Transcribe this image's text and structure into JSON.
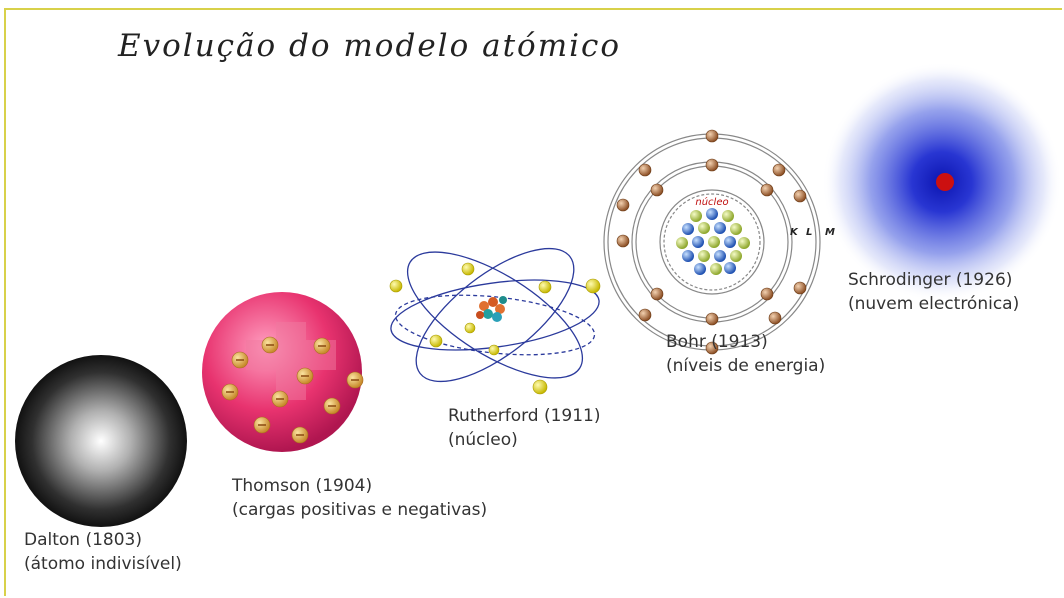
{
  "title": "Evolução do modelo atómico",
  "models": [
    {
      "name": "Dalton (1803)",
      "description": "(átomo indivisível)",
      "icon": "solid-sphere-icon"
    },
    {
      "name": "Thomson (1904)",
      "description": "(cargas positivas e negativas)",
      "icon": "plum-pudding-icon"
    },
    {
      "name": "Rutherford (1911)",
      "description": "(núcleo)",
      "icon": "nuclear-orbit-icon"
    },
    {
      "name": "Bohr (1913)",
      "description": "(níveis de energia)",
      "icon": "energy-levels-icon"
    },
    {
      "name": "Schrodinger (1926)",
      "description": "(nuvem electrónica)",
      "icon": "electron-cloud-icon"
    }
  ],
  "bohr_labels": {
    "nucleus": "núcleo",
    "k": "K",
    "l": "L",
    "m": "M"
  },
  "colors": {
    "border": "#d8d14a",
    "thomson": "#e8336f",
    "cloud": "#2838c8",
    "cloud_core": "#cc1010"
  }
}
